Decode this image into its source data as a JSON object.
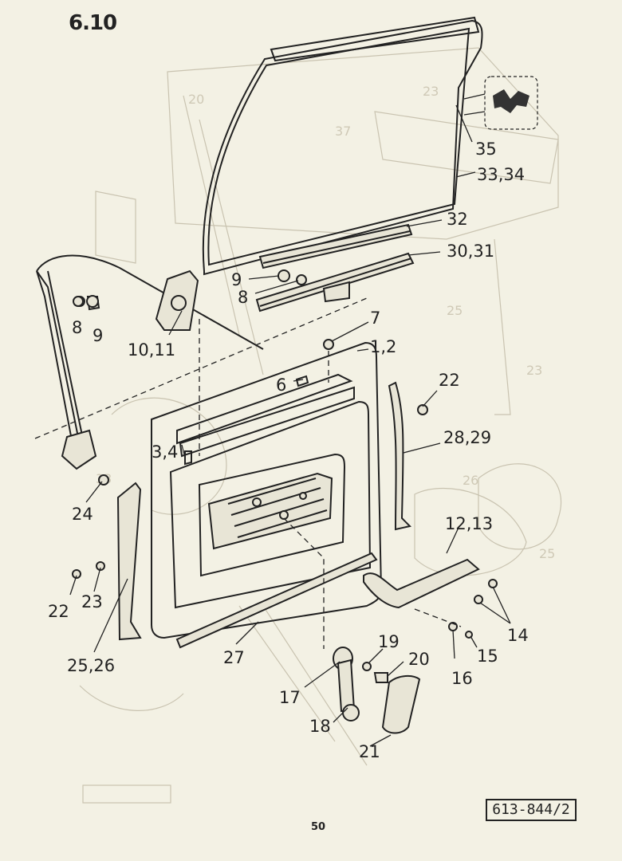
{
  "section_title": "6.10",
  "page_number": "50",
  "drawing_code": "613-844/2",
  "callouts": [
    "35",
    "33,34",
    "32",
    "30,31",
    "9",
    "8",
    "7",
    "1,2",
    "6",
    "22",
    "28,29",
    "8",
    "9",
    "10,11",
    "3,4",
    "24",
    "12,13",
    "22",
    "23",
    "14",
    "15",
    "16",
    "19",
    "20",
    "17",
    "18",
    "21",
    "25,26",
    "27"
  ]
}
